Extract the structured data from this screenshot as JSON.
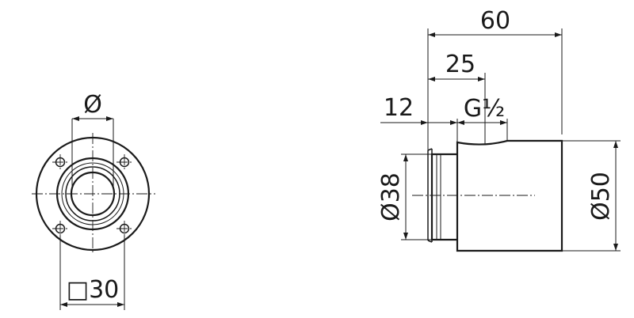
{
  "front_view": {
    "diameter_label": "Ø",
    "square_label": "□30"
  },
  "side_view": {
    "length_total": "60",
    "length_body": "25",
    "length_nipple": "12",
    "thread_label": "G½",
    "diameter_small": "Ø38",
    "diameter_large": "Ø50"
  }
}
